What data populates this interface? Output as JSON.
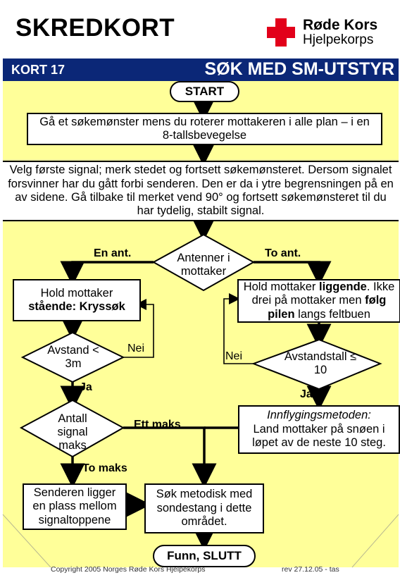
{
  "header": {
    "title": "SKREDKORT",
    "logo_line1": "Røde Kors",
    "logo_line2": "Hjelpekorps",
    "logo_cross_color": "#e2001a"
  },
  "bar": {
    "left": "KORT 17",
    "right": "SØK MED SM-UTSTYR",
    "color": "#0b2777"
  },
  "flow": {
    "start": "START",
    "step1": "Gå et søkemønster mens du roterer mottakeren i alle plan – i en 8-tallsbevegelse",
    "step2": "Velg første signal; merk stedet og fortsett søkemønsteret. Dersom signalet forsvinner har du gått forbi senderen. Den er da i ytre begrensningen på en av sidene. Gå tilbake til merket vend 90° og fortsett søkemønsteret til du har tydelig, stabilt signal.",
    "decision_antenna": "Antenner i mottaker",
    "label_one_ant": "En ant.",
    "label_two_ant": "To ant.",
    "left_box_line1": "Hold mottaker",
    "left_box_line2": "stående: Kryssøk",
    "right_box_pre": "Hold mottaker ",
    "right_box_bold1": "liggende",
    "right_box_mid": ". Ikke drei på mottaker men ",
    "right_box_bold2": "følg pilen",
    "right_box_post": " langs feltbuen",
    "decision_distance": "Avstand < 3m",
    "label_nei_left": "Nei",
    "decision_distance_number": "Avstandstall ≤ 10",
    "label_nei_right": "Nei",
    "label_ja_left": "Ja",
    "label_ja_right": "Ja",
    "decision_signal": "Antall signal maks",
    "label_one_max": "Ett maks",
    "label_two_max": "To maks",
    "approach_title": "Innflygingsmetoden:",
    "approach_text": "Land mottaker på snøen i løpet av de neste 10 steg.",
    "sender_box": "Senderen ligger en plass mellom signaltoppene",
    "probe_box": "Søk metodisk med sondestang i dette området.",
    "end": "Funn, SLUTT"
  },
  "footer": {
    "copyright": "Copyright 2005 Norges Røde Kors Hjelpekorps",
    "revision": "rev 27.12.05 - tas"
  },
  "colors": {
    "background_band": "#ffff99",
    "box_fill": "#ffffff"
  }
}
